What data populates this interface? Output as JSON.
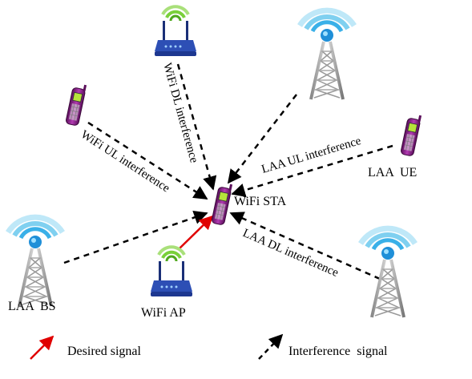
{
  "nodes": {
    "wifi_sta": "WiFi STA",
    "laa_ue": "LAA  UE",
    "laa_bs": "LAA  BS",
    "wifi_ap": "WiFi AP"
  },
  "links": {
    "wifi_dl": "WiFi DL interference",
    "wifi_ul": "WiFi UL interference",
    "laa_ul": "LAA UL interference",
    "laa_dl": "LAA DL interference"
  },
  "legend": {
    "desired": "Desired signal",
    "interference": "Interference  signal"
  },
  "colors": {
    "desired": "#e00000",
    "interference": "#000000",
    "wifi_wave": "#7ad03a",
    "tower_wave": "#3ab0e8",
    "router_body": "#2d4fb5",
    "phone_body": "#8b1e8b",
    "phone_screen": "#b6e33b"
  },
  "icons": [
    "router-icon",
    "tower-icon",
    "phone-icon"
  ]
}
